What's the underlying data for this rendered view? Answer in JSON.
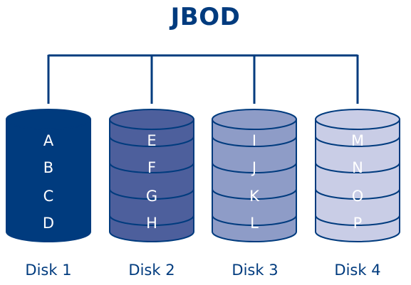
{
  "title": "JBOD",
  "colors": {
    "lines": "#003b7e",
    "disk_fills": [
      "#003b7e",
      "#4d5f9c",
      "#8e9cc7",
      "#c9cde6"
    ],
    "block_text": "#ffffff"
  },
  "disks": [
    {
      "label": "Disk 1",
      "blocks": [
        "A",
        "B",
        "C",
        "D"
      ],
      "separators": false
    },
    {
      "label": "Disk 2",
      "blocks": [
        "E",
        "F",
        "G",
        "H"
      ],
      "separators": true
    },
    {
      "label": "Disk 3",
      "blocks": [
        "I",
        "J",
        "K",
        "L"
      ],
      "separators": true
    },
    {
      "label": "Disk 4",
      "blocks": [
        "M",
        "N",
        "O",
        "P"
      ],
      "separators": true
    }
  ]
}
